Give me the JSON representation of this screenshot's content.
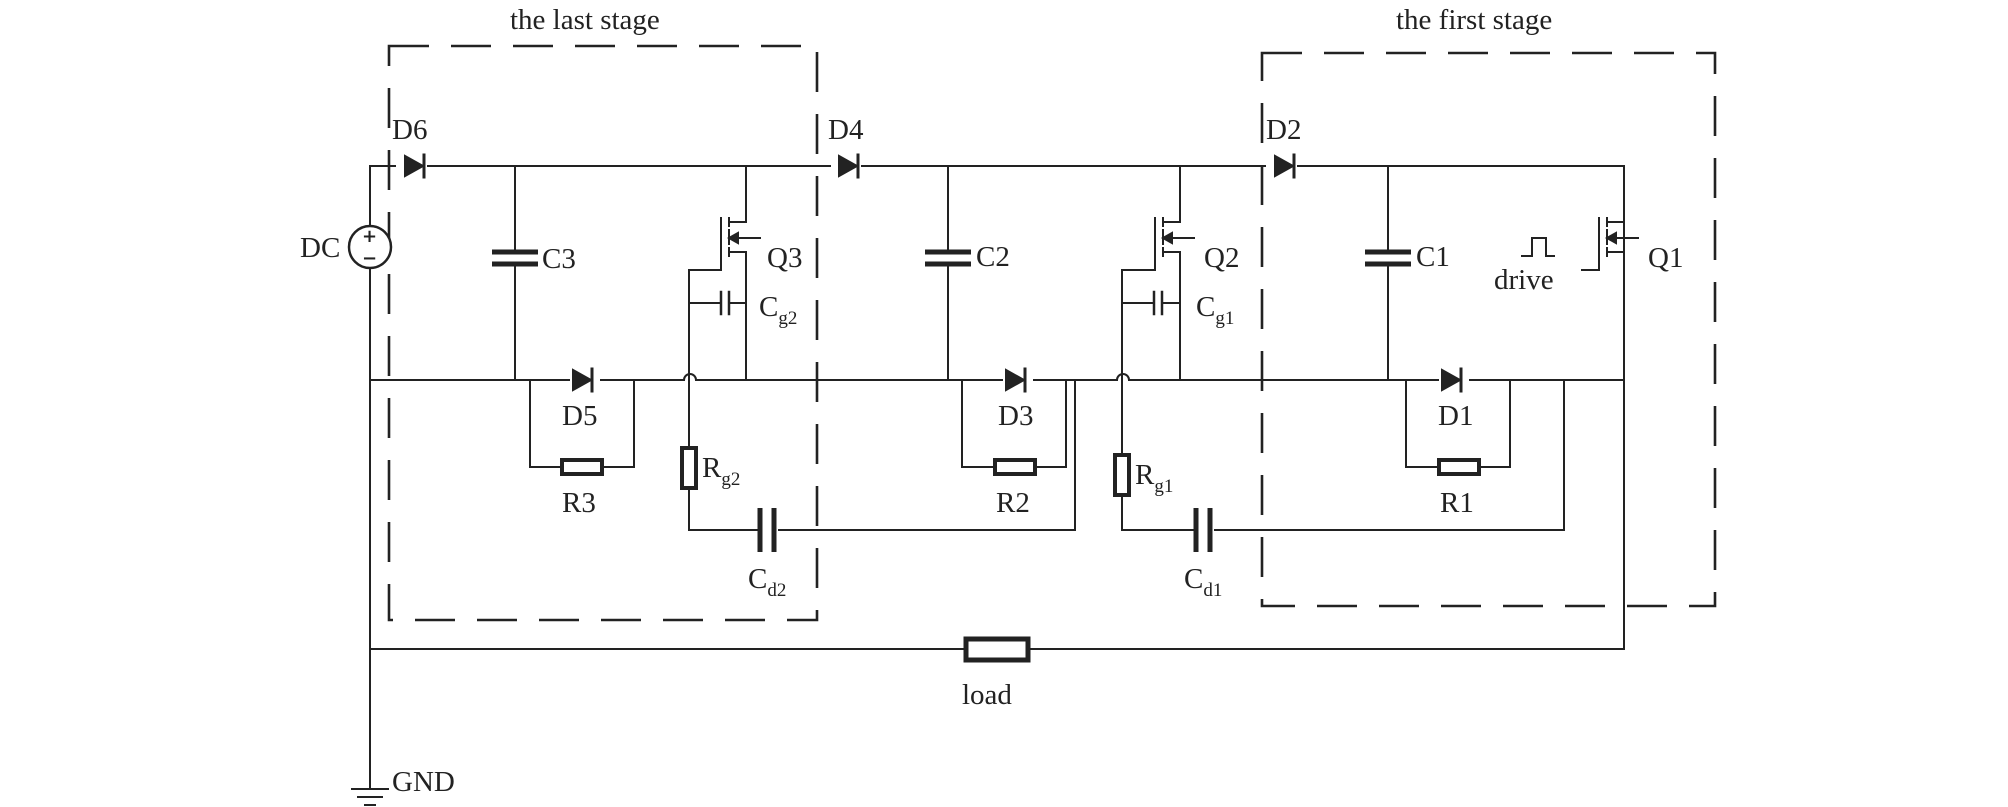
{
  "stages": {
    "last": "the last stage",
    "first": "the first stage"
  },
  "diodes": {
    "d1": "D1",
    "d2": "D2",
    "d3": "D3",
    "d4": "D4",
    "d5": "D5",
    "d6": "D6"
  },
  "capacitors": {
    "c1": "C1",
    "c2": "C2",
    "c3": "C3",
    "cg1": {
      "main": "C",
      "sub": "g1"
    },
    "cg2": {
      "main": "C",
      "sub": "g2"
    },
    "cd1": {
      "main": "C",
      "sub": "d1"
    },
    "cd2": {
      "main": "C",
      "sub": "d2"
    }
  },
  "resistors": {
    "r1": "R1",
    "r2": "R2",
    "r3": "R3",
    "rg1": {
      "main": "R",
      "sub": "g1"
    },
    "rg2": {
      "main": "R",
      "sub": "g2"
    }
  },
  "transistors": {
    "q1": "Q1",
    "q2": "Q2",
    "q3": "Q3"
  },
  "source": "DC",
  "ground": "GND",
  "load": "load",
  "drive": "drive",
  "source_polarity": {
    "plus": "+",
    "minus": "−"
  }
}
